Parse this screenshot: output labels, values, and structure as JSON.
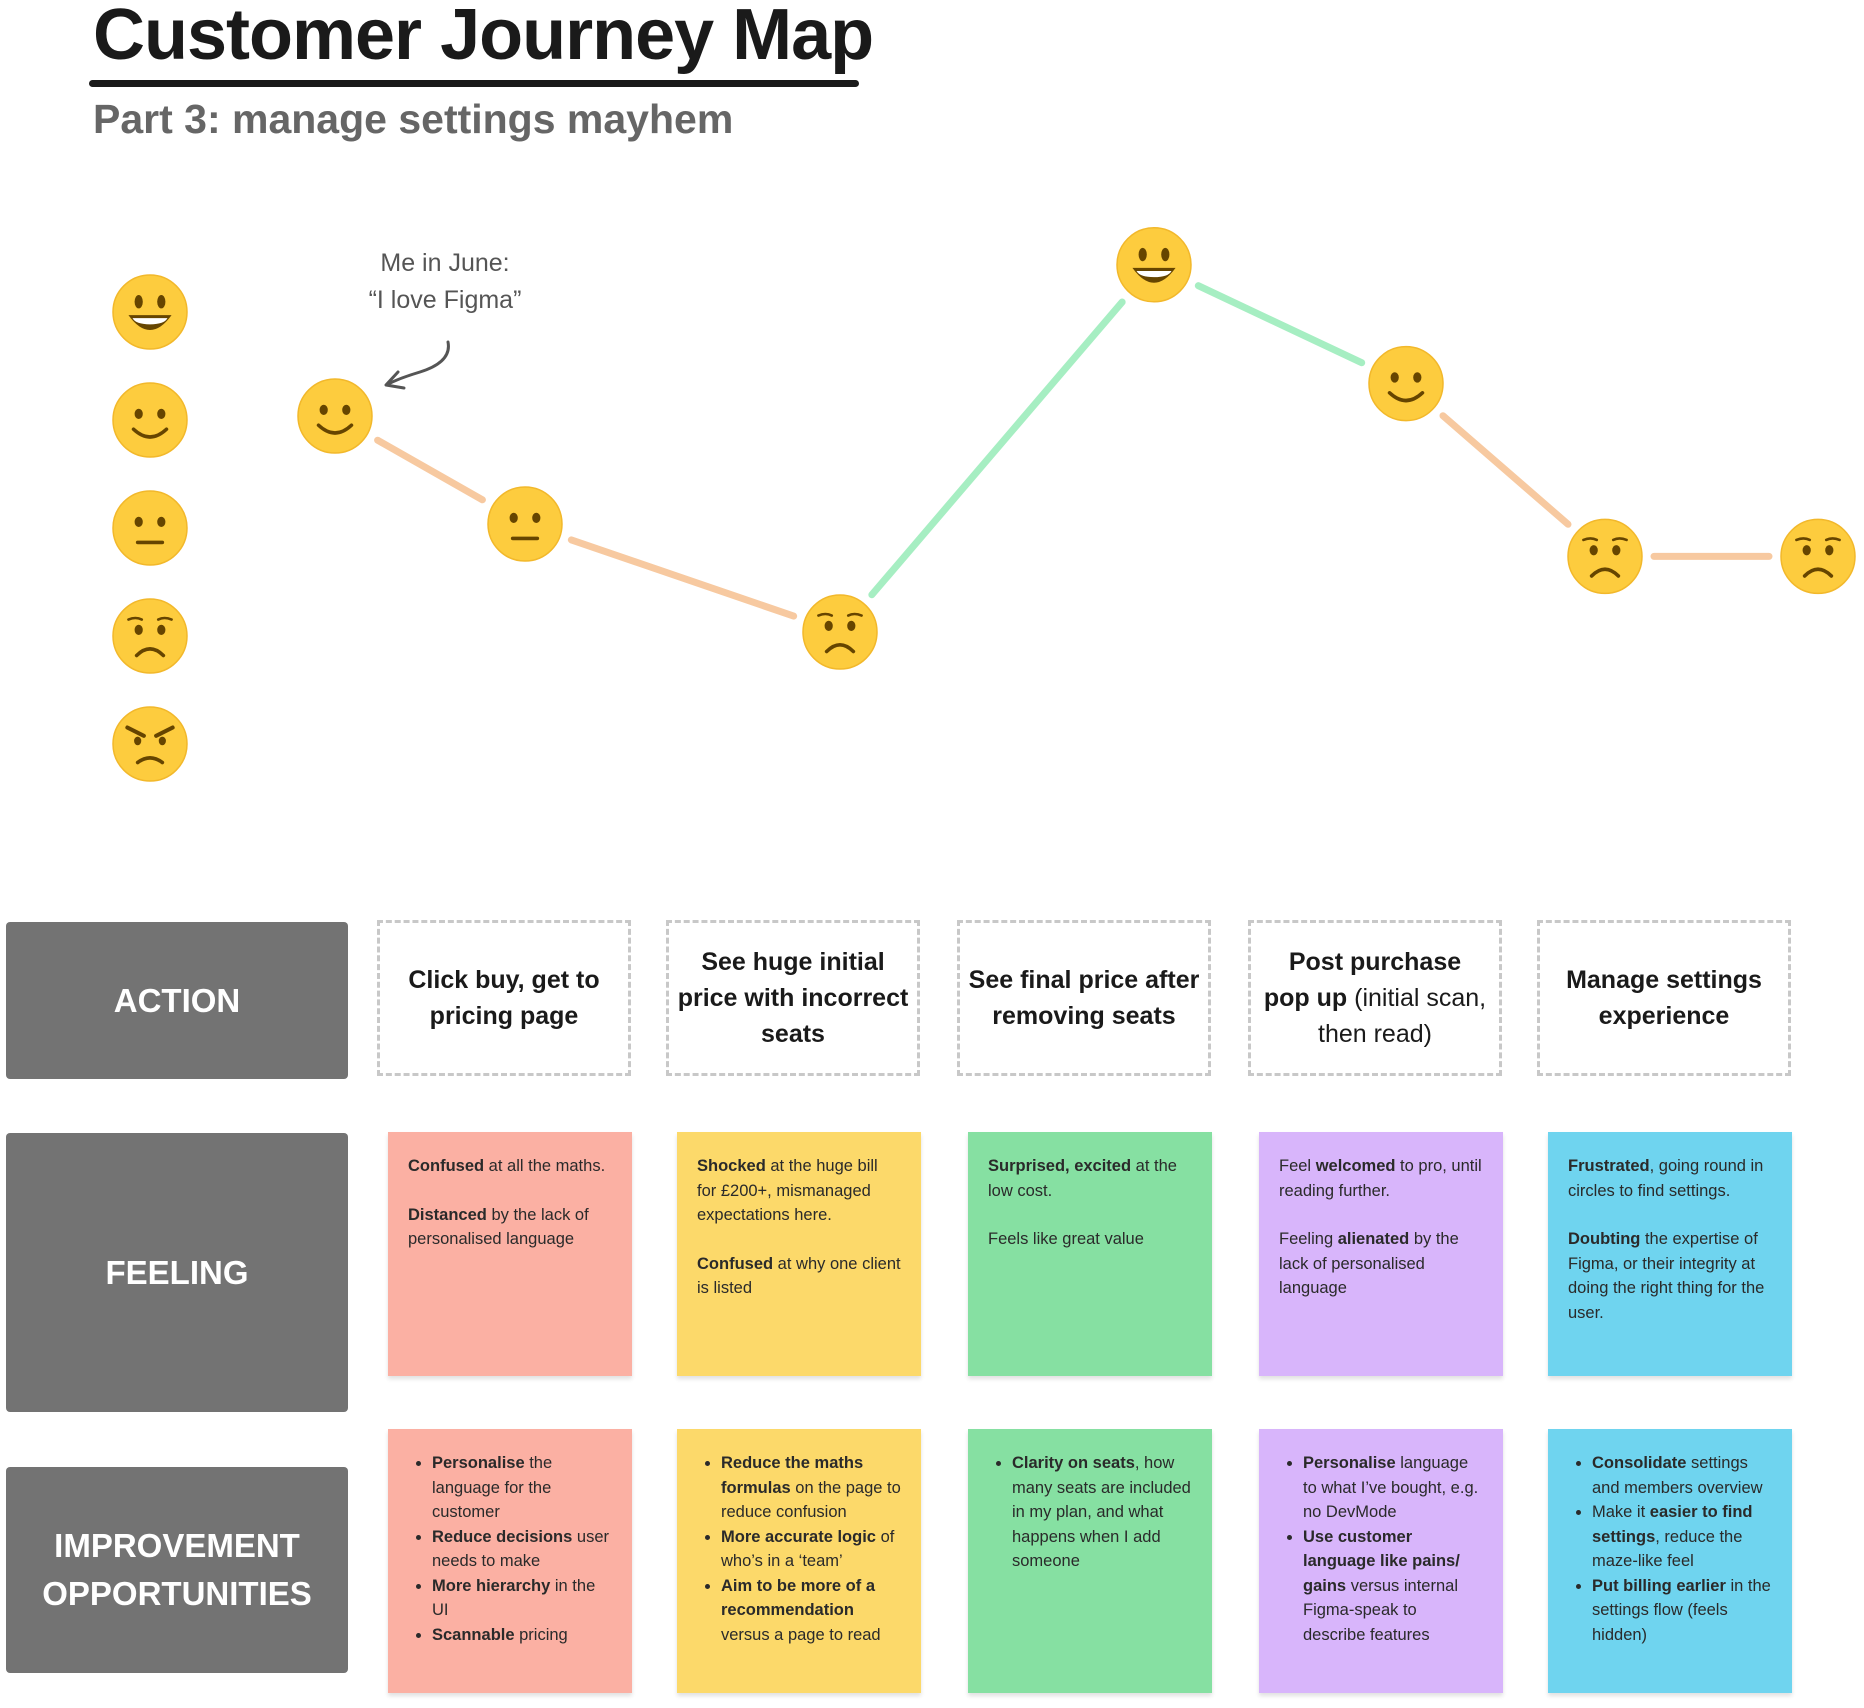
{
  "header": {
    "title": "Customer Journey Map",
    "subtitle": "Part 3: manage settings mayhem"
  },
  "annotation": {
    "line1": "Me in June:",
    "line2": "“I love Figma”"
  },
  "scale": [
    "very-happy",
    "happy",
    "neutral",
    "sad",
    "angry"
  ],
  "journey": {
    "points": [
      {
        "mood": "happy",
        "level": 4
      },
      {
        "mood": "neutral",
        "level": 3
      },
      {
        "mood": "sad",
        "level": 2
      },
      {
        "mood": "very-happy",
        "level": 5.4
      },
      {
        "mood": "happy",
        "level": 4.3
      },
      {
        "mood": "sad",
        "level": 2.7
      },
      {
        "mood": "sad",
        "level": 2.7
      }
    ],
    "segment_colors": [
      "#f7c9a0",
      "#f7c9a0",
      "#a6eec2",
      "#a6eec2",
      "#f7c9a0",
      "#f7c9a0"
    ]
  },
  "rows": {
    "action": "ACTION",
    "feeling": "FEELING",
    "opportunities_line1": "IMPROVEMENT",
    "opportunities_line2": "OPPORTUNITIES"
  },
  "actions": [
    {
      "lines": [
        {
          "b": "Click buy, get to"
        },
        {
          "b": "pricing page"
        }
      ]
    },
    {
      "lines": [
        {
          "b": "See huge initial"
        },
        {
          "b": "price with incorrect"
        },
        {
          "b": "seats"
        }
      ]
    },
    {
      "lines": [
        {
          "b": "See final price after"
        },
        {
          "b": "removing seats"
        }
      ]
    },
    {
      "lines": [
        {
          "b": "Post purchase"
        },
        {
          "b": "pop up",
          "t": " (initial scan,"
        },
        {
          "t": "then read)"
        }
      ]
    },
    {
      "lines": [
        {
          "b": "Manage settings"
        },
        {
          "b": "experience"
        }
      ]
    }
  ],
  "feelings": [
    {
      "color": "pink",
      "paras": [
        [
          {
            "b": "Confused"
          },
          {
            "t": " at all the maths."
          }
        ],
        [
          {
            "b": "Distanced"
          },
          {
            "t": " by the lack of personalised language"
          }
        ]
      ]
    },
    {
      "color": "yellow",
      "paras": [
        [
          {
            "b": "Shocked"
          },
          {
            "t": " at the huge bill for £200+, mismanaged expectations here."
          }
        ],
        [
          {
            "b": "Confused"
          },
          {
            "t": " at why one client is listed"
          }
        ]
      ]
    },
    {
      "color": "green",
      "paras": [
        [
          {
            "b": "Surprised, excited"
          },
          {
            "t": " at the low cost."
          }
        ],
        [
          {
            "t": "Feels like great value"
          }
        ]
      ]
    },
    {
      "color": "purple",
      "paras": [
        [
          {
            "t": "Feel "
          },
          {
            "b": "welcomed"
          },
          {
            "t": " to pro, until reading further."
          }
        ],
        [
          {
            "t": "Feeling "
          },
          {
            "b": "alienated"
          },
          {
            "t": " by the lack of personalised language"
          }
        ]
      ]
    },
    {
      "color": "blue",
      "paras": [
        [
          {
            "b": "Frustrated"
          },
          {
            "t": ", going round in circles to find settings."
          }
        ],
        [
          {
            "b": "Doubting"
          },
          {
            "t": " the expertise of Figma, or their integrity at doing the right thing for the user."
          }
        ]
      ]
    }
  ],
  "opportunities": [
    {
      "color": "pink",
      "items": [
        [
          {
            "b": "Personalise"
          },
          {
            "t": " the language for the customer"
          }
        ],
        [
          {
            "b": "Reduce decisions"
          },
          {
            "t": " user needs to make"
          }
        ],
        [
          {
            "b": "More hierarchy"
          },
          {
            "t": " in the UI"
          }
        ],
        [
          {
            "b": "Scannable"
          },
          {
            "t": " pricing"
          }
        ]
      ]
    },
    {
      "color": "yellow",
      "items": [
        [
          {
            "b": "Reduce the maths formulas"
          },
          {
            "t": " on the page to reduce confusion"
          }
        ],
        [
          {
            "b": "More accurate logic"
          },
          {
            "t": " of who’s in a ‘team’"
          }
        ],
        [
          {
            "b": "Aim to be more of a recommendation"
          },
          {
            "t": " versus a page to read"
          }
        ]
      ]
    },
    {
      "color": "green",
      "items": [
        [
          {
            "b": "Clarity on seats"
          },
          {
            "t": ", how many seats are included in my plan, and what happens when I add someone"
          }
        ]
      ]
    },
    {
      "color": "purple",
      "items": [
        [
          {
            "b": "Personalise"
          },
          {
            "t": " language to what I’ve bought, e.g. no DevMode"
          }
        ],
        [
          {
            "b": "Use customer language like pains/ gains"
          },
          {
            "t": " versus internal Figma-speak to describe features"
          }
        ]
      ]
    },
    {
      "color": "blue",
      "items": [
        [
          {
            "b": "Consolidate"
          },
          {
            "t": " settings and members overview"
          }
        ],
        [
          {
            "t": "Make it "
          },
          {
            "b": "easier to find settings"
          },
          {
            "t": ", reduce the maze-like feel"
          }
        ],
        [
          {
            "b": "Put billing earlier"
          },
          {
            "t": " in the settings flow (feels hidden)"
          }
        ]
      ]
    }
  ]
}
